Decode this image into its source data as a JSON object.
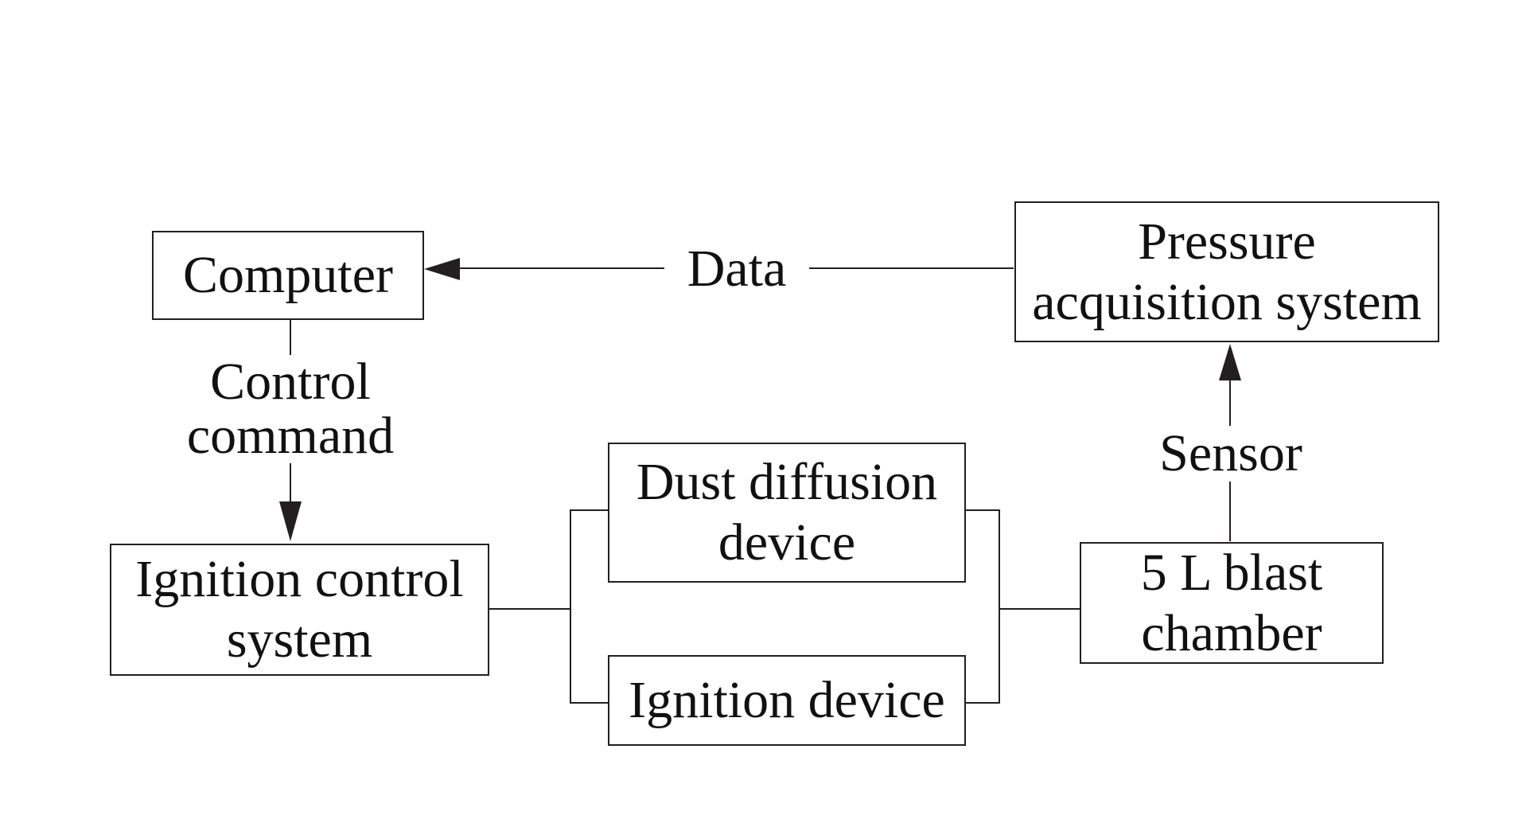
{
  "nodes": {
    "computer": {
      "line1": "Computer"
    },
    "pressure_acquisition": {
      "line1": "Pressure",
      "line2": "acquisition system"
    },
    "ignition_control": {
      "line1": "Ignition control",
      "line2": "system"
    },
    "dust_diffusion": {
      "line1": "Dust diffusion",
      "line2": "device"
    },
    "ignition_device": {
      "line1": "Ignition device"
    },
    "blast_chamber": {
      "line1": "5 L blast",
      "line2": "chamber"
    }
  },
  "edge_labels": {
    "data": "Data",
    "control_command_1": "Control",
    "control_command_2": "command",
    "sensor": "Sensor"
  },
  "colors": {
    "stroke": "#231f20",
    "text": "#111111",
    "background": "#ffffff"
  }
}
